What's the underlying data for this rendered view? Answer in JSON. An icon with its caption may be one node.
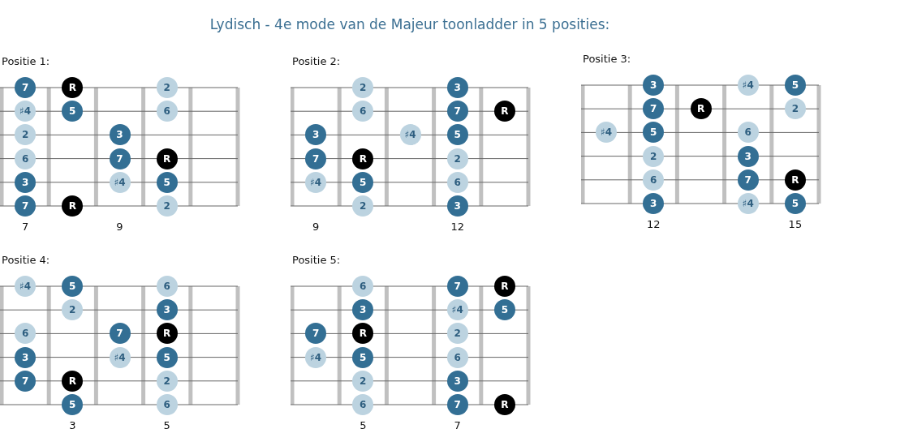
{
  "diagram": {
    "title": "Lydisch - 4e mode van de Majeur toonladder in 5 posities:",
    "nodes": [
      {
        "text": [
          "Positie 1:"
        ]
      },
      {
        "text": [
          "7"
        ],
        "in": 0
      },
      {
        "text": [
          "R"
        ],
        "in": 0
      },
      {
        "text": [
          "2"
        ],
        "in": 0
      },
      {
        "text": [
          "♯4"
        ],
        "in": 0
      },
      {
        "text": [
          "5"
        ],
        "in": 0
      },
      {
        "text": [
          "6"
        ],
        "in": 0
      },
      {
        "text": [
          "2"
        ],
        "in": 0
      },
      {
        "text": [
          "3"
        ],
        "in": 0
      },
      {
        "text": [
          "6"
        ],
        "in": 0
      },
      {
        "text": [
          "7"
        ],
        "in": 0
      },
      {
        "text": [
          "R"
        ],
        "in": 0
      },
      {
        "text": [
          "3"
        ],
        "in": 0
      },
      {
        "text": [
          "♯4"
        ],
        "in": 0
      },
      {
        "text": [
          "5"
        ],
        "in": 0
      },
      {
        "text": [
          "7"
        ],
        "in": 0
      },
      {
        "text": [
          "R"
        ],
        "in": 0
      },
      {
        "text": [
          "2"
        ],
        "in": 0
      },
      {
        "text": [
          "Positie 2:"
        ]
      },
      {
        "text": [
          "2"
        ],
        "in": 18
      },
      {
        "text": [
          "3"
        ],
        "in": 18
      },
      {
        "text": [
          "6"
        ],
        "in": 18
      },
      {
        "text": [
          "7"
        ],
        "in": 18
      },
      {
        "text": [
          "R"
        ],
        "in": 18
      },
      {
        "text": [
          "3"
        ],
        "in": 18
      },
      {
        "text": [
          "♯4"
        ],
        "in": 18
      },
      {
        "text": [
          "5"
        ],
        "in": 18
      },
      {
        "text": [
          "7"
        ],
        "in": 18
      },
      {
        "text": [
          "R"
        ],
        "in": 18
      },
      {
        "text": [
          "2"
        ],
        "in": 18
      },
      {
        "text": [
          "♯4"
        ],
        "in": 18
      },
      {
        "text": [
          "5"
        ],
        "in": 18
      },
      {
        "text": [
          "6"
        ],
        "in": 18
      },
      {
        "text": [
          "2"
        ],
        "in": 18
      },
      {
        "text": [
          "3"
        ],
        "in": 18
      },
      {
        "text": [
          "Positie 3:"
        ]
      },
      {
        "text": [
          "3"
        ],
        "in": 35
      },
      {
        "text": [
          "♯4"
        ],
        "in": 35
      },
      {
        "text": [
          "5"
        ],
        "in": 35
      },
      {
        "text": [
          "7"
        ],
        "in": 35
      },
      {
        "text": [
          "R"
        ],
        "in": 35
      },
      {
        "text": [
          "2"
        ],
        "in": 35
      },
      {
        "text": [
          "♯4"
        ],
        "in": 35
      },
      {
        "text": [
          "5"
        ],
        "in": 35
      },
      {
        "text": [
          "6"
        ],
        "in": 35
      },
      {
        "text": [
          "2"
        ],
        "in": 35
      },
      {
        "text": [
          "3"
        ],
        "in": 35
      },
      {
        "text": [
          "6"
        ],
        "in": 35
      },
      {
        "text": [
          "7"
        ],
        "in": 35
      },
      {
        "text": [
          "R"
        ],
        "in": 35
      },
      {
        "text": [
          "3"
        ],
        "in": 35
      },
      {
        "text": [
          "♯4"
        ],
        "in": 35
      },
      {
        "text": [
          "5"
        ],
        "in": 35
      },
      {
        "text": [
          "Positie 4:"
        ]
      },
      {
        "text": [
          "♯4"
        ],
        "in": 53
      },
      {
        "text": [
          "5"
        ],
        "in": 53
      },
      {
        "text": [
          "6"
        ],
        "in": 53
      },
      {
        "text": [
          "2"
        ],
        "in": 53
      },
      {
        "text": [
          "3"
        ],
        "in": 53
      },
      {
        "text": [
          "6"
        ],
        "in": 53
      },
      {
        "text": [
          "7"
        ],
        "in": 53
      },
      {
        "text": [
          "R"
        ],
        "in": 53
      },
      {
        "text": [
          "3"
        ],
        "in": 53
      },
      {
        "text": [
          "♯4"
        ],
        "in": 53
      },
      {
        "text": [
          "5"
        ],
        "in": 53
      },
      {
        "text": [
          "7"
        ],
        "in": 53
      },
      {
        "text": [
          "R"
        ],
        "in": 53
      },
      {
        "text": [
          "2"
        ],
        "in": 53
      },
      {
        "text": [
          "5"
        ],
        "in": 53
      },
      {
        "text": [
          "6"
        ],
        "in": 53
      },
      {
        "text": [
          "Positie 5:"
        ]
      },
      {
        "text": [
          "6"
        ],
        "in": 70
      },
      {
        "text": [
          "7"
        ],
        "in": 70
      },
      {
        "text": [
          "R"
        ],
        "in": 70
      },
      {
        "text": [
          "3"
        ],
        "in": 70
      },
      {
        "text": [
          "♯4"
        ],
        "in": 70
      },
      {
        "text": [
          "5"
        ],
        "in": 70
      },
      {
        "text": [
          "7"
        ],
        "in": 70
      },
      {
        "text": [
          "R"
        ],
        "in": 70
      },
      {
        "text": [
          "2"
        ],
        "in": 70
      },
      {
        "text": [
          "♯4"
        ],
        "in": 70
      },
      {
        "text": [
          "5"
        ],
        "in": 70
      },
      {
        "text": [
          "6"
        ],
        "in": 70
      },
      {
        "text": [
          "2"
        ],
        "in": 70
      },
      {
        "text": [
          "3"
        ],
        "in": 70
      },
      {
        "text": [
          "6"
        ],
        "in": 70
      },
      {
        "text": [
          "7"
        ],
        "in": 70
      },
      {
        "text": [
          "R"
        ],
        "in": 70
      }
    ],
    "labels": [
      "7",
      "9",
      "9",
      "12",
      "12",
      "15",
      "3",
      "5",
      "5",
      "7"
    ]
  }
}
